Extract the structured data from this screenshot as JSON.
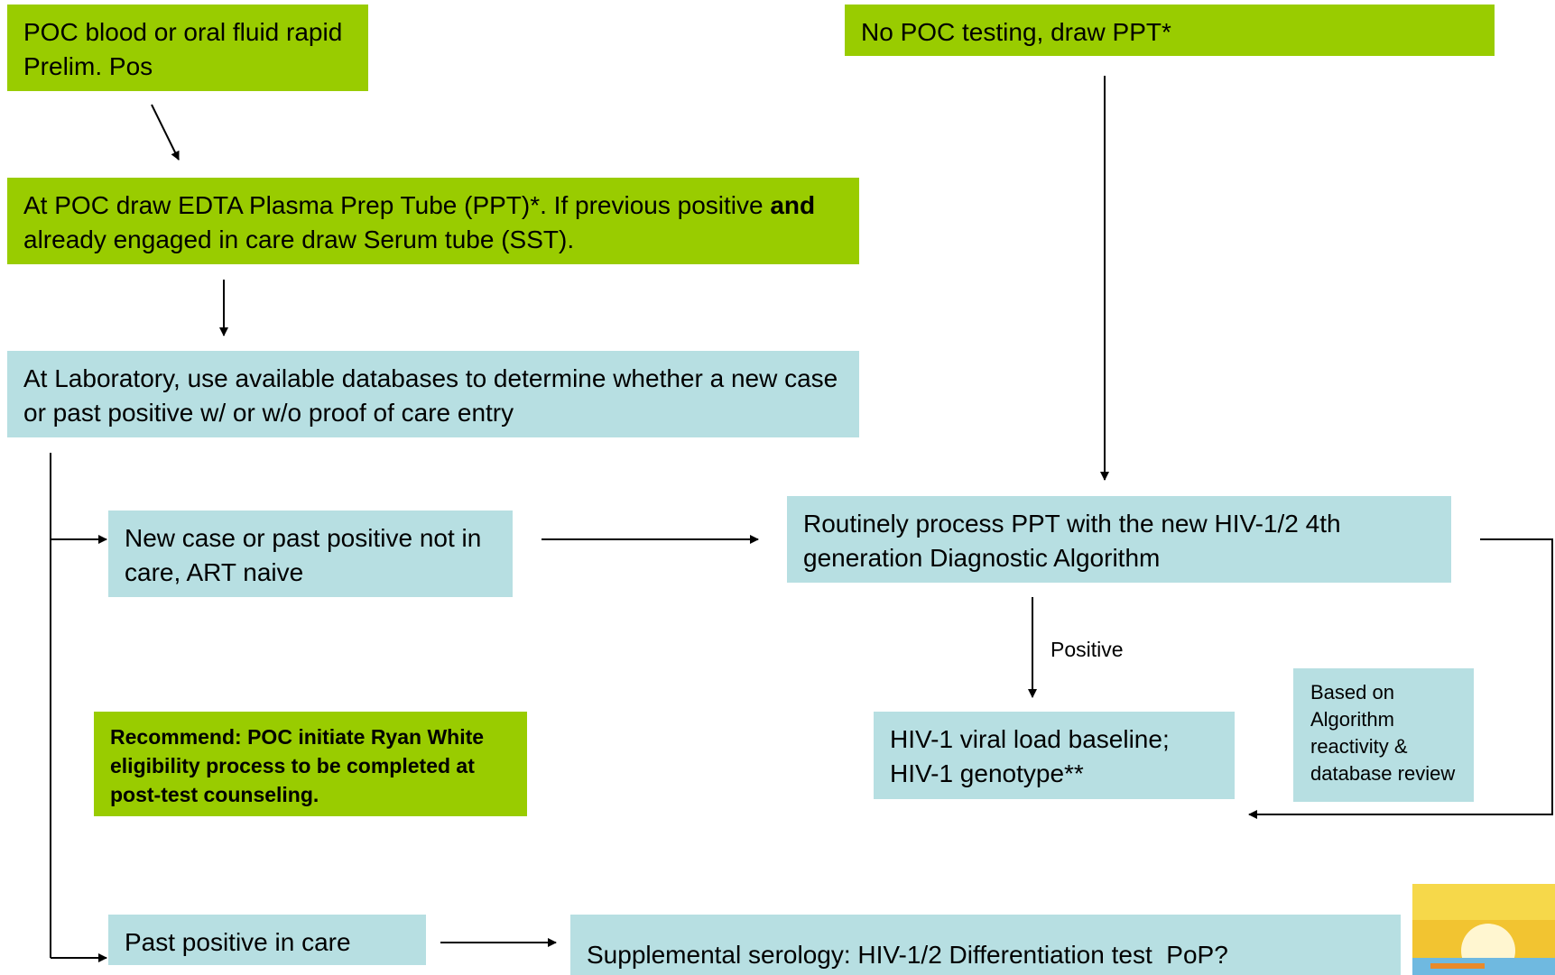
{
  "boxes": {
    "poc_rapid": "POC blood or oral fluid rapid Prelim. Pos",
    "no_poc": "No POC testing, draw PPT*",
    "at_poc_part1": "At POC draw EDTA Plasma Prep Tube (PPT)*. If previous positive ",
    "at_poc_bold": "and",
    "at_poc_part2": " already engaged in care draw Serum tube (SST).",
    "at_lab": "At Laboratory, use available databases to determine whether a new case or past positive w/ or w/o proof of care entry",
    "new_case": "New case or past positive not in care, ART naive",
    "routinely": "Routinely process PPT with the new HIV-1/2 4th generation Diagnostic Algorithm",
    "recommend": "Recommend: POC initiate Ryan White eligibility process to be completed at post-test counseling.",
    "viral_load": "HIV-1 viral load baseline; HIV-1 genotype**",
    "based_on": "Based on Algorithm reactivity & database review",
    "past_positive": "Past positive in care",
    "supplemental": "Supplemental serology: HIV-1/2 Differentiation test  PoP?"
  },
  "labels": {
    "positive": "Positive"
  },
  "colors": {
    "green": "#99cc00",
    "blue": "#b7dfe2",
    "arrow": "#000000"
  }
}
